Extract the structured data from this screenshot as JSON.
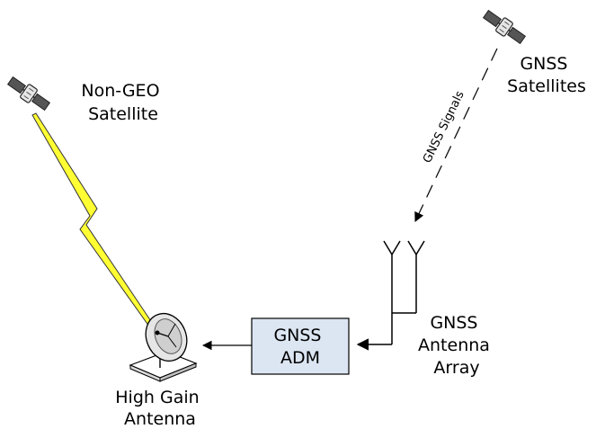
{
  "labels": {
    "non_geo_satellite": [
      "Non-GEO",
      "Satellite"
    ],
    "gnss_satellites": [
      "GNSS",
      "Satellites"
    ],
    "gnss_signals": "GNSS Signals",
    "gnss_antenna_array": [
      "GNSS",
      "Antenna",
      "Array"
    ],
    "gnss_adm": [
      "GNSS",
      "ADM"
    ],
    "high_gain_antenna": [
      "High Gain",
      "Antenna"
    ]
  },
  "colors": {
    "adm_box_fill": "#dce6f2",
    "lightning": "#ffff33",
    "satellite_panel": "#555555"
  }
}
